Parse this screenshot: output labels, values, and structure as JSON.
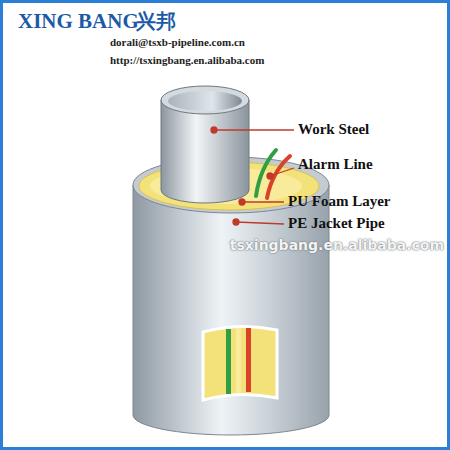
{
  "diagram": {
    "labels": [
      "XING BANG",
      "兴邦",
      "dorali@tsxb-pipeline.com.cn",
      "http://tsxingbang.en.alibaba.com",
      "Work Steel",
      "Alarm Line",
      "PU Foam Layer",
      "PE Jacket Pipe",
      "tsxingbang.en.alibaba.com"
    ]
  }
}
